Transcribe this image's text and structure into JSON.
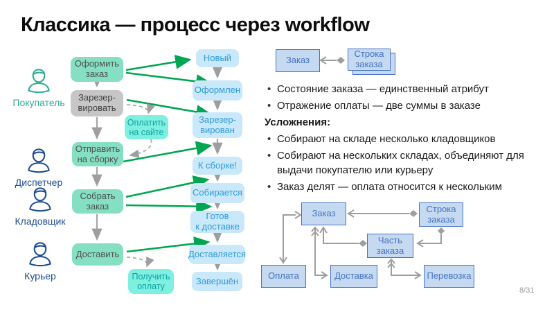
{
  "slide": {
    "title": "Классика — процесс через workflow",
    "page_number": "8/31"
  },
  "workflow": {
    "roles": [
      {
        "label": "Покупатель",
        "color": "#2fac97"
      },
      {
        "label": "Диспетчер",
        "color": "#1e4e91"
      },
      {
        "label": "Кладовщик",
        "color": "#1e4e91"
      },
      {
        "label": "Курьер",
        "color": "#1e4e91"
      }
    ],
    "actions": [
      {
        "label": "Оформить\nзаказ",
        "style": "action"
      },
      {
        "label": "Зарезер-\nвировать",
        "style": "gray"
      },
      {
        "label": "Оплатить\nна сайте",
        "style": "pay"
      },
      {
        "label": "Отправить\nна сборку",
        "style": "action"
      },
      {
        "label": "Собрать\nзаказ",
        "style": "action"
      },
      {
        "label": "Доставить",
        "style": "action"
      },
      {
        "label": "Получить\nоплату",
        "style": "pay"
      }
    ],
    "states": [
      {
        "label": "Новый"
      },
      {
        "label": "Оформлен"
      },
      {
        "label": "Зарезер-\nвирован"
      },
      {
        "label": "К сборке!"
      },
      {
        "label": "Собирается"
      },
      {
        "label": "Готов\nк доставке"
      },
      {
        "label": "Доставляется"
      },
      {
        "label": "Завершён"
      }
    ],
    "transitions": [
      "Оформить заказ → Новый",
      "Оформить заказ → Оформлен",
      "Зарезервировать → Зарезервирован",
      "Отправить на сборку → К сборке!",
      "Собрать заказ → Собирается",
      "Собрать заказ → Готов к доставке",
      "Доставить → Доставляется"
    ]
  },
  "notes": {
    "items": [
      {
        "text": "Состояние заказа — единственный атрибут",
        "bullet": true
      },
      {
        "text": "Отражение оплаты — две суммы в заказе",
        "bullet": true
      },
      {
        "text": "Усложнения:",
        "bullet": false,
        "bold": true
      },
      {
        "text": "Собирают на складе несколько кладовщиков",
        "bullet": true
      },
      {
        "text": "Собирают на нескольких складах, объединяют для выдачи покупателю или курьеру",
        "bullet": true
      },
      {
        "text": "Заказ делят — оплата относится к нескольким",
        "bullet": true
      }
    ]
  },
  "order_model_simple": {
    "entities": [
      {
        "label": "Заказ"
      },
      {
        "label": "Строка\nзаказа",
        "stacked": true
      }
    ],
    "relations": [
      "Строка заказа ◆— Заказ"
    ]
  },
  "order_model_extended": {
    "entities": [
      {
        "label": "Заказ"
      },
      {
        "label": "Строка\nзаказа"
      },
      {
        "label": "Часть\nзаказа"
      },
      {
        "label": "Оплата"
      },
      {
        "label": "Доставка"
      },
      {
        "label": "Перевозка"
      }
    ],
    "relations": [
      "Строка заказа ◆— Заказ",
      "Строка заказа ◆— Часть заказа",
      "Часть заказа ◆— Заказ",
      "Заказ — Оплата",
      "Заказ — Доставка",
      "Часть заказа — Перевозка"
    ]
  },
  "colors": {
    "action_fill": "#85dfc2",
    "pay_fill": "#7fefe0",
    "reserve_fill": "#c6c6c6",
    "state_fill": "#c9e8f9",
    "state_text": "#2e9bd8",
    "green_arrow": "#00a651",
    "gray_arrow": "#9e9e9e",
    "entity_fill": "#c5d9f1",
    "entity_border": "#4472c4",
    "role_teal": "#2fac97",
    "role_navy": "#1e4e91"
  }
}
